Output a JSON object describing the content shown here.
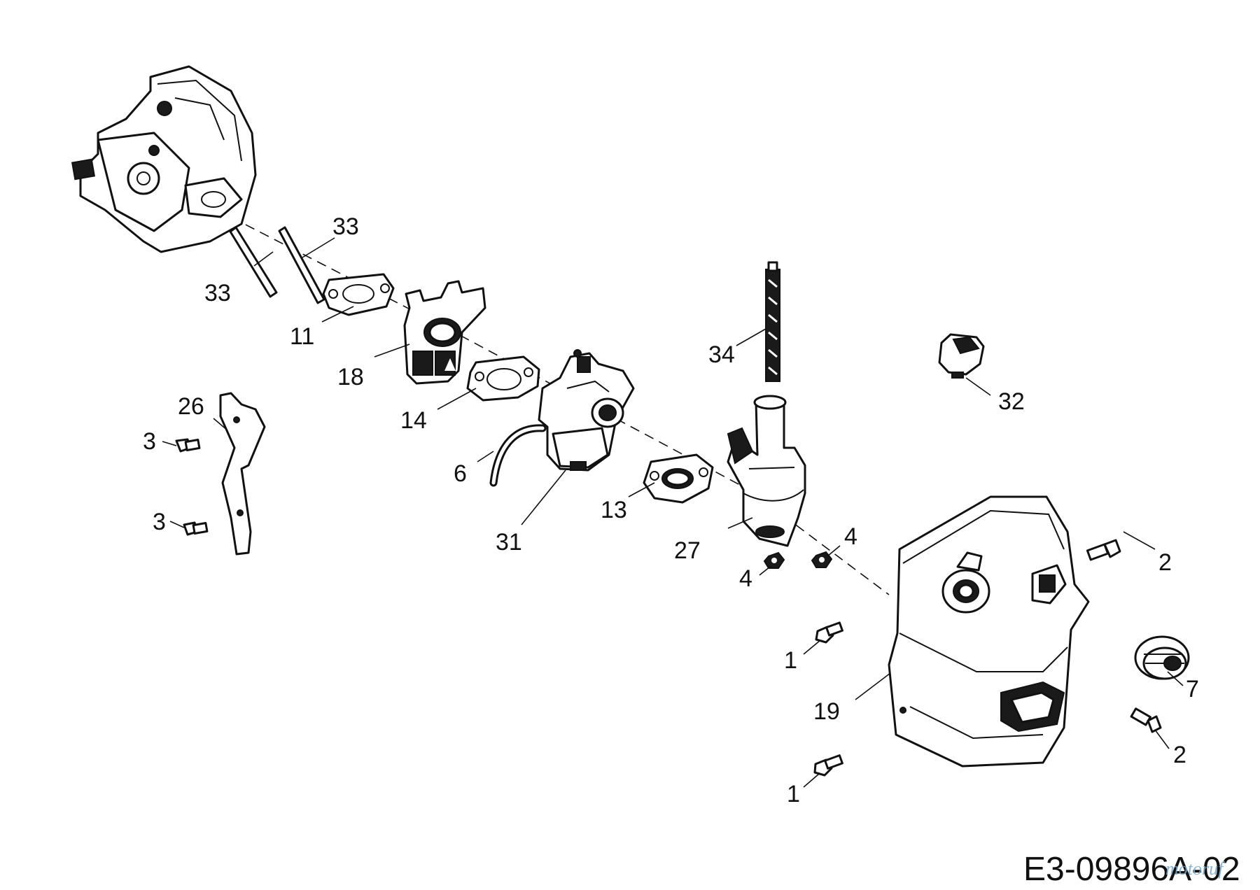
{
  "diagram": {
    "drawing_code": "E3-09896A-02",
    "watermark": "motoruf",
    "parts": [
      {
        "id": "cylinder-head",
        "label": ""
      },
      {
        "id": "pin-33-a",
        "label": "33"
      },
      {
        "id": "pin-33-b",
        "label": "33"
      },
      {
        "id": "gasket-11",
        "label": "11"
      },
      {
        "id": "heat-shield-18",
        "label": "18"
      },
      {
        "id": "gasket-14",
        "label": "14"
      },
      {
        "id": "bracket-26",
        "label": "26"
      },
      {
        "id": "bolt-3-a",
        "label": "3"
      },
      {
        "id": "bolt-3-b",
        "label": "3"
      },
      {
        "id": "hose-6",
        "label": "6"
      },
      {
        "id": "carburetor-31",
        "label": "31"
      },
      {
        "id": "gasket-13",
        "label": "13"
      },
      {
        "id": "fuel-tank-27",
        "label": "27"
      },
      {
        "id": "filter-34",
        "label": "34"
      },
      {
        "id": "cap-32",
        "label": "32"
      },
      {
        "id": "nut-4-a",
        "label": "4"
      },
      {
        "id": "nut-4-b",
        "label": "4"
      },
      {
        "id": "cover-19",
        "label": "19"
      },
      {
        "id": "bolt-2-a",
        "label": "2"
      },
      {
        "id": "bolt-2-b",
        "label": "2"
      },
      {
        "id": "bolt-1-a",
        "label": "1"
      },
      {
        "id": "bolt-1-b",
        "label": "1"
      },
      {
        "id": "plug-7",
        "label": "7"
      }
    ]
  }
}
